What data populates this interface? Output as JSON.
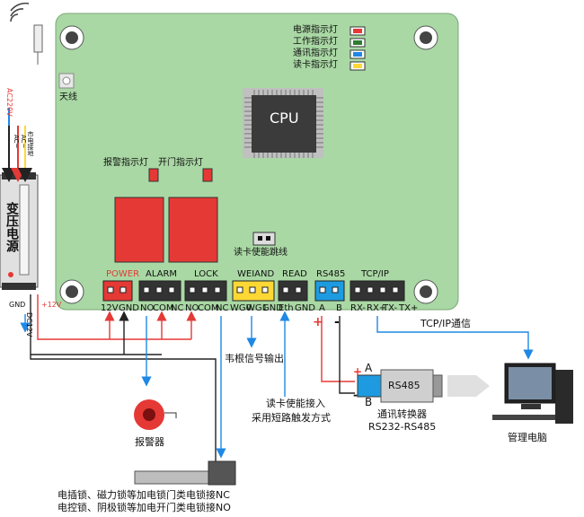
{
  "board": {
    "antenna_label": "天线",
    "cpu_label": "CPU",
    "leds": [
      {
        "label": "电源指示灯",
        "color": "#e53935"
      },
      {
        "label": "工作指示灯",
        "color": "#2e7d32"
      },
      {
        "label": "通讯指示灯",
        "color": "#1e88e5"
      },
      {
        "label": "读卡指示灯",
        "color": "#fdd835"
      }
    ],
    "alarm_led_label": "报警指示灯",
    "door_led_label": "开门指示灯",
    "jumper_label": "读卡使能跳线",
    "colors": {
      "board": "#a9d8a4",
      "relay": "#e53935",
      "connector_black": "#333333",
      "connector_power": "#e53935",
      "connector_wiegand": "#fdd835",
      "connector_rs485": "#1e9be0",
      "wire_red": "#e53935",
      "wire_blue": "#1e88e5"
    },
    "connectors": [
      {
        "header": "POWER",
        "pins": [
          "12V",
          "GND"
        ]
      },
      {
        "header": "ALARM",
        "pins": [
          "NO",
          "COM",
          "NC"
        ]
      },
      {
        "header": "LOCK",
        "pins": [
          "NO",
          "COM",
          "NC"
        ]
      },
      {
        "header": "WEIAND",
        "pins": [
          "WG0",
          "WG1",
          "GND"
        ]
      },
      {
        "header": "READ",
        "pins": [
          "Eth",
          "GND"
        ]
      },
      {
        "header": "RS485",
        "pins": [
          "A",
          "B"
        ]
      },
      {
        "header": "TCP/IP",
        "pins": [
          "RX-",
          "RX+",
          "TX-",
          "TX+"
        ]
      }
    ]
  },
  "psu": {
    "title": "变压电源",
    "input_label": "AC220V",
    "input_wires": "市电接地",
    "ac_pins": [
      "AC~",
      "AC~"
    ],
    "gnd_label": "GND",
    "dc_label": "DC12V",
    "plus_label": "+12V"
  },
  "external": {
    "tcp_label": "TCP/IP通信",
    "wiegand_label": "韦根信号输出",
    "read_enable_line1": "读卡使能接入",
    "read_enable_line2": "采用短路触发方式",
    "alarm_label": "报警器",
    "lock_line1": "电插锁、磁力锁等加电锁门类电锁接NC",
    "lock_line2": "电控锁、阴极锁等加电开门类电锁接NO",
    "converter_label": "RS485",
    "converter_title": "通讯转换器",
    "converter_model": "RS232-RS485",
    "converter_a": "A",
    "converter_b": "B",
    "plus_sign": "+",
    "minus_sign": "-",
    "pc_label": "管理电脑"
  }
}
